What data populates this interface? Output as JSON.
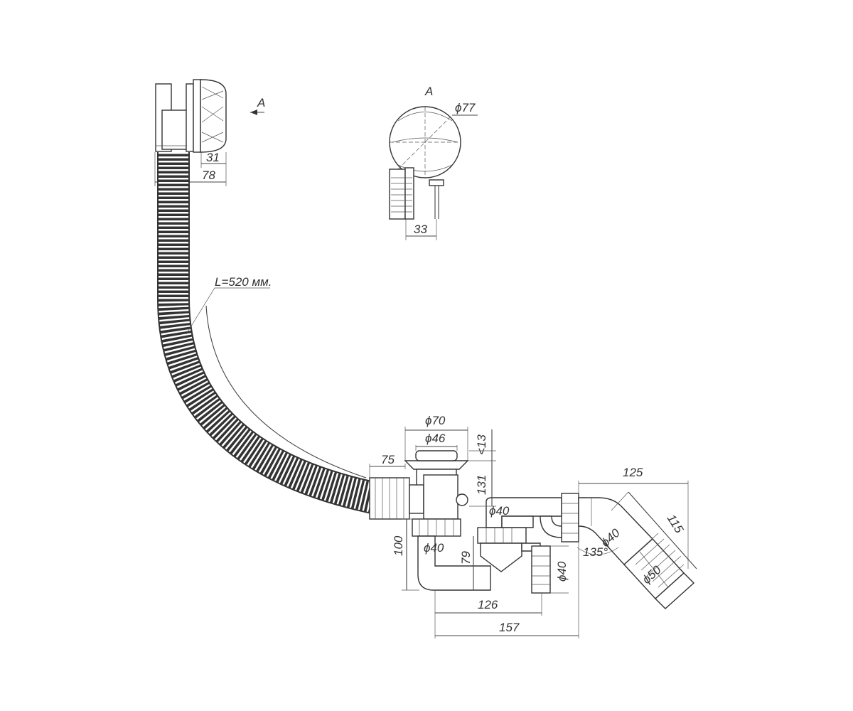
{
  "labels": {
    "view_marker": "A",
    "view_title": "A",
    "d77": "ϕ77",
    "d70": "ϕ70",
    "d46": "ϕ46",
    "d40_a": "ϕ40",
    "d40_b": "ϕ40",
    "d40_c": "ϕ40",
    "d40_d": "ϕ40",
    "d50": "ϕ50",
    "dim31": "31",
    "dim78": "78",
    "dim33": "33",
    "dim13": "<13",
    "dim75": "75",
    "dim131": "131",
    "dim100": "100",
    "dim79": "79",
    "dim126": "126",
    "dim157": "157",
    "dim125": "125",
    "dim115": "115",
    "ang135": "135°",
    "hose_length": "L=520 мм."
  }
}
